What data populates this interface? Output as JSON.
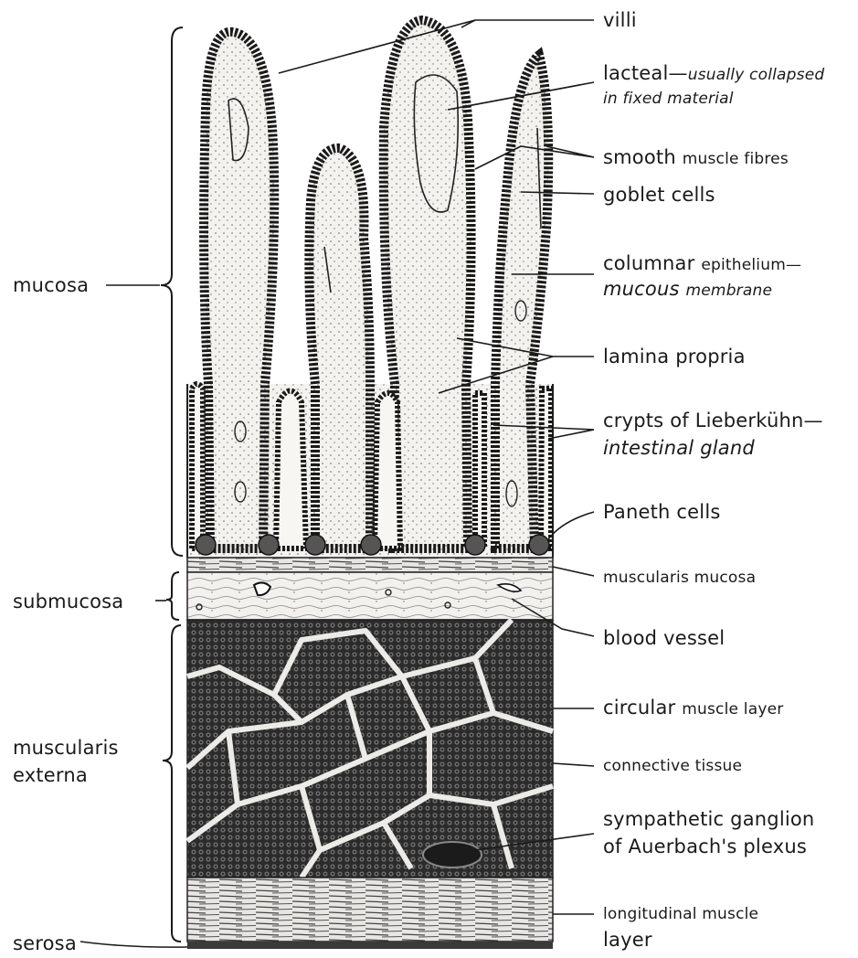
{
  "left_labels": {
    "mucosa": "mucosa",
    "submucosa": "submucosa",
    "muscularis_line1": "muscularis",
    "muscularis_line2": "externa",
    "serosa": "serosa"
  },
  "right_labels": {
    "villi": "villi",
    "lacteal_main": "lacteal—",
    "lacteal_note1": "usually collapsed",
    "lacteal_note2": "in fixed material",
    "smooth_a": "smooth",
    "smooth_b": "muscle fibres",
    "goblet": "goblet cells",
    "columnar_a": "columnar",
    "columnar_b": "epithelium—",
    "columnar_c": "mucous",
    "columnar_d": "membrane",
    "lamina": "lamina propria",
    "crypts_line1": "crypts of Lieberkühn—",
    "crypts_line2": "intestinal gland",
    "paneth": "Paneth cells",
    "muscularis_mucosa": "muscularis mucosa",
    "blood_vessel": "blood vessel",
    "circular_a": "circular",
    "circular_b": "muscle layer",
    "connective": "connective tissue",
    "ganglion_line1": "sympathetic ganglion",
    "ganglion_line2": "of Auerbach's plexus",
    "longitudinal_line1": "longitudinal muscle",
    "longitudinal_line2": "layer"
  },
  "colors": {
    "ink": "#1a1a1a",
    "tissue": "#f2f0ec",
    "muscle": "#3a3a3a"
  }
}
